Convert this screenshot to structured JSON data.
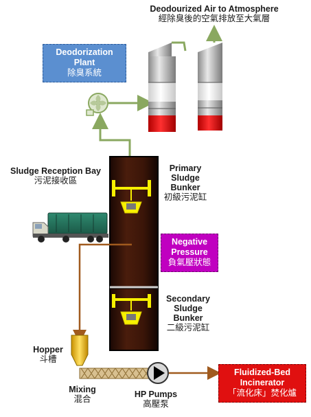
{
  "labels": {
    "atmosphere_en": "Deodourized Air to Atmosphere",
    "atmosphere_zh": "經除臭後的空氣排放至大氣層",
    "deodor_en_1": "Deodorization",
    "deodor_en_2": "Plant",
    "deodor_zh": "除臭系統",
    "reception_en": "Sludge Reception Bay",
    "reception_zh": "污泥接收區",
    "primary_en_1": "Primary",
    "primary_en_2": "Sludge",
    "primary_en_3": "Bunker",
    "primary_zh": "初級污泥缸",
    "negative_en_1": "Negative",
    "negative_en_2": "Pressure",
    "negative_zh": "負氣壓狀態",
    "secondary_en_1": "Secondary",
    "secondary_en_2": "Sludge",
    "secondary_en_3": "Bunker",
    "secondary_zh": "二級污泥缸",
    "hopper_en": "Hopper",
    "hopper_zh": "斗槽",
    "mixing_en": "Mixing",
    "mixing_zh": "混合",
    "pumps_en": "HP Pumps",
    "pumps_zh": "高壓泵",
    "incinerator_en_1": "Fluidized-Bed",
    "incinerator_en_2": "Incinerator",
    "incinerator_zh": "「流化床」焚化爐"
  },
  "colors": {
    "deodor_box": "#5b8fd0",
    "negative_box": "#c000c0",
    "incinerator_box": "#e01010",
    "bunker_dark": "#3a1508",
    "sludge_pipe": "#a05a1e",
    "air_arrow": "#8aa860",
    "grab_yellow": "#f7f000",
    "hopper_yellow": "#f0c020"
  }
}
